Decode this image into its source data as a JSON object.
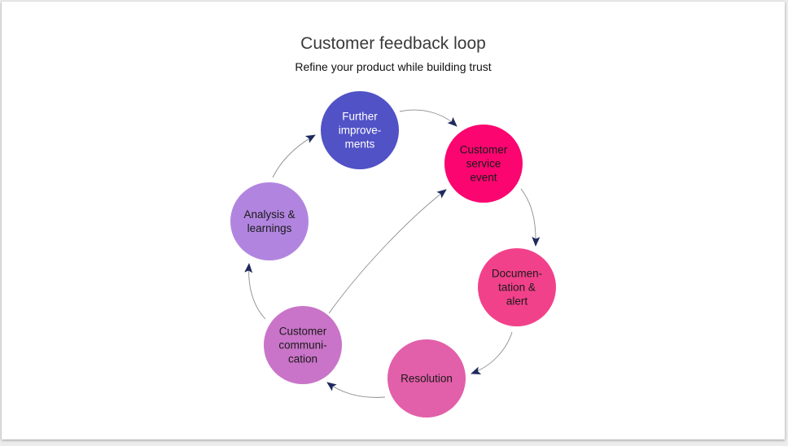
{
  "title": "Customer feedback loop",
  "subtitle": "Refine your product while building trust",
  "colors": {
    "arrow": "#1f2a5c",
    "connector": "#8c8c8c"
  },
  "nodes": [
    {
      "id": "further-improvements",
      "lines": [
        "Further",
        "improve-",
        "ments"
      ],
      "color": "#5152c6",
      "text_color": "#ffffff"
    },
    {
      "id": "customer-service-event",
      "lines": [
        "Customer",
        "service",
        "event"
      ],
      "color": "#fb0570",
      "text_color": "#1a1a1a"
    },
    {
      "id": "documentation-alert",
      "lines": [
        "Documen-",
        "tation &",
        "alert"
      ],
      "color": "#f2418b",
      "text_color": "#1a1a1a"
    },
    {
      "id": "resolution",
      "lines": [
        "Resolution"
      ],
      "color": "#e25fa9",
      "text_color": "#1a1a1a"
    },
    {
      "id": "customer-communication",
      "lines": [
        "Customer",
        "communi-",
        "cation"
      ],
      "color": "#c974c8",
      "text_color": "#1a1a1a"
    },
    {
      "id": "analysis-learnings",
      "lines": [
        "Analysis &",
        "learnings"
      ],
      "color": "#b185df",
      "text_color": "#1a1a1a"
    }
  ],
  "connections": [
    {
      "from": "further-improvements",
      "to": "customer-service-event"
    },
    {
      "from": "customer-service-event",
      "to": "documentation-alert"
    },
    {
      "from": "documentation-alert",
      "to": "resolution"
    },
    {
      "from": "resolution",
      "to": "customer-communication"
    },
    {
      "from": "customer-communication",
      "to": "analysis-learnings"
    },
    {
      "from": "analysis-learnings",
      "to": "further-improvements"
    },
    {
      "from": "customer-communication",
      "to": "customer-service-event"
    }
  ]
}
